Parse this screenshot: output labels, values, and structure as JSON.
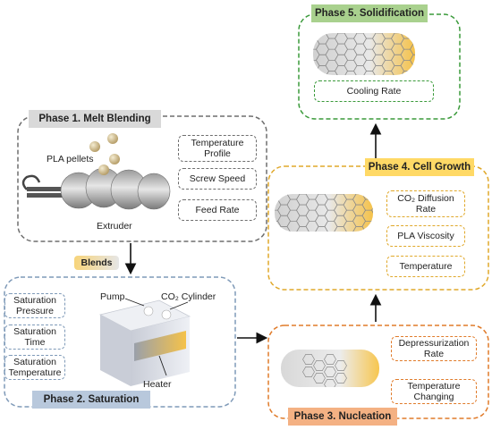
{
  "colors": {
    "phase1": "#6e6e6e",
    "phase2": "#7f9ab8",
    "phase3": "#e07b2a",
    "phase4": "#e0a82a",
    "phase5": "#3a9a3a",
    "phase1_fill": "#d9d9d9",
    "phase2_fill": "#b8c8dc",
    "phase3_fill": "#f4b183",
    "phase4_fill": "#ffd966",
    "phase5_fill": "#a9d18e"
  },
  "phase1": {
    "title": "Phase 1. Melt Blending",
    "pellets_label": "PLA pellets",
    "extruder_label": "Extruder",
    "params": [
      "Temperature Profile",
      "Screw Speed",
      "Feed Rate"
    ]
  },
  "blends_label": "Blends",
  "phase2": {
    "title": "Phase 2. Saturation",
    "pump_label": "Pump",
    "cylinder_label": "CO₂ Cylinder",
    "heater_label": "Heater",
    "params": [
      "Saturation Pressure",
      "Saturation Time",
      "Saturation Temperature"
    ]
  },
  "phase3": {
    "title": "Phase 3. Nucleation",
    "params": [
      "Depressurization Rate",
      "Temperature Changing"
    ]
  },
  "phase4": {
    "title": "Phase 4. Cell Growth",
    "params": [
      "CO₂ Diffusion Rate",
      "PLA Viscosity",
      "Temperature"
    ]
  },
  "phase5": {
    "title": "Phase 5. Solidification",
    "params": [
      "Cooling Rate"
    ]
  }
}
